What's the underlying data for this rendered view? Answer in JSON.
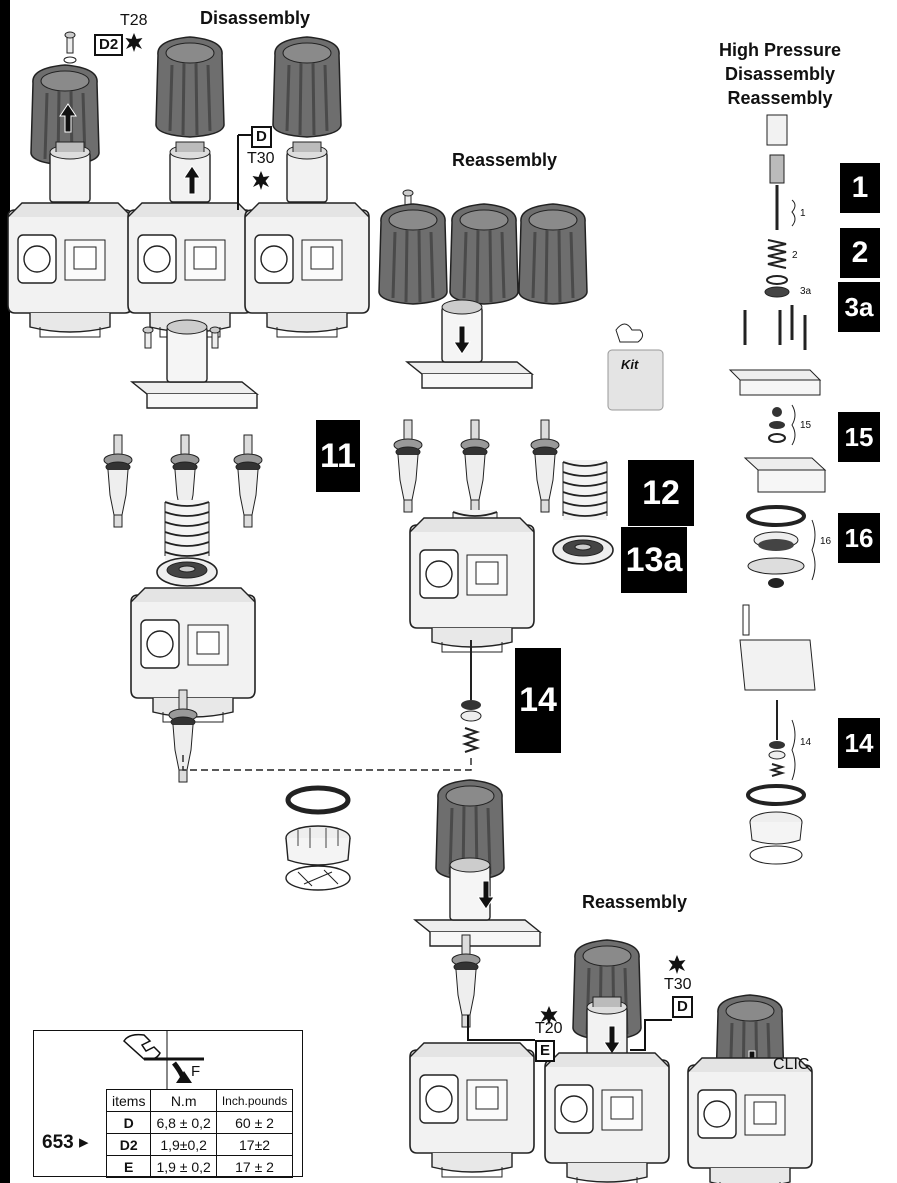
{
  "headings": {
    "disassembly": "Disassembly",
    "reassembly_mid": "Reassembly",
    "reassembly_bottom": "Reassembly",
    "high_pressure": [
      "High Pressure",
      "Disassembly",
      "Reassembly"
    ]
  },
  "tool_labels": {
    "t28": "T28",
    "d2": "D2",
    "d_top": "D",
    "t30_top": "T30",
    "t20": "T20",
    "e": "E",
    "t30_bottom": "T30",
    "d_bottom": "D",
    "clic": "CLIC"
  },
  "kit_label": "Kit",
  "steps": {
    "s11": "11",
    "s12": "12",
    "s13a": "13a",
    "s14": "14",
    "hp1": "1",
    "hp2": "2",
    "hp3a": "3a",
    "hp15": "15",
    "hp16": "16",
    "hp14": "14"
  },
  "callouts": {
    "c1": "1",
    "c2": "2",
    "c3a": "3a",
    "c15": "15",
    "c16": "16",
    "c14": "14"
  },
  "torque_table": {
    "force_label": "F",
    "headers": [
      "items",
      "N.m",
      "Inch.pounds"
    ],
    "model": "653",
    "rows": [
      {
        "item": "D",
        "nm": "6,8 ± 0,2",
        "inlb": "60 ± 2"
      },
      {
        "item": "D2",
        "nm": "1,9±0,2",
        "inlb": "17±2"
      },
      {
        "item": "E",
        "nm": "1,9 ± 0,2",
        "inlb": "17 ± 2"
      }
    ]
  },
  "colors": {
    "knob": "#6e6e6e",
    "knob_dark": "#4a4a4a",
    "body": "#f2f2f2",
    "line": "#111111",
    "step_bg": "#000000"
  }
}
